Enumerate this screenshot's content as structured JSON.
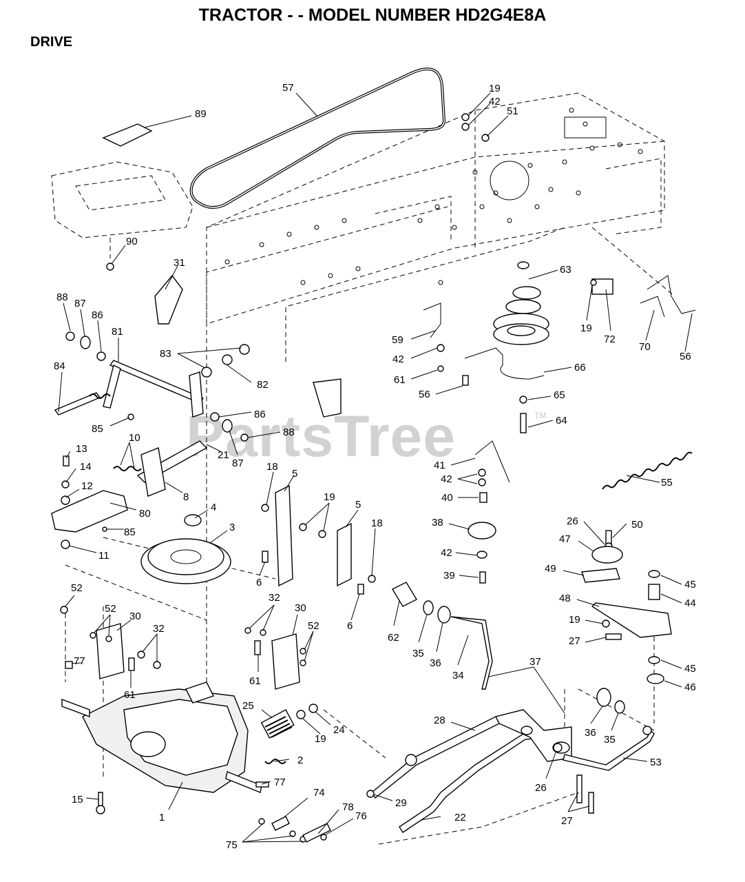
{
  "header": {
    "title": "TRACTOR - - MODEL NUMBER HD2G4E8A",
    "section": "DRIVE"
  },
  "watermark": {
    "text": "PartsTree",
    "tm": "TM"
  },
  "colors": {
    "ink": "#000000",
    "paper": "#ffffff",
    "watermark": "#d2d2d2"
  },
  "callouts": [
    "57",
    "89",
    "19",
    "42",
    "51",
    "90",
    "31",
    "63",
    "88",
    "87",
    "86",
    "81",
    "83",
    "82",
    "84",
    "85",
    "86",
    "88",
    "87",
    "21",
    "13",
    "14",
    "12",
    "10",
    "8",
    "80",
    "85",
    "11",
    "4",
    "3",
    "18",
    "5",
    "6",
    "19",
    "5",
    "18",
    "6",
    "59",
    "42",
    "61",
    "56",
    "66",
    "65",
    "64",
    "41",
    "42",
    "40",
    "38",
    "42",
    "39",
    "19",
    "72",
    "70",
    "56",
    "55",
    "26",
    "50",
    "47",
    "49",
    "45",
    "44",
    "48",
    "19",
    "27",
    "45",
    "46",
    "52",
    "52",
    "30",
    "32",
    "77",
    "61",
    "32",
    "30",
    "52",
    "61",
    "25",
    "19",
    "24",
    "2",
    "77",
    "15",
    "1",
    "74",
    "78",
    "76",
    "75",
    "62",
    "35",
    "36",
    "34",
    "37",
    "28",
    "29",
    "22",
    "36",
    "35",
    "53",
    "26",
    "27"
  ]
}
